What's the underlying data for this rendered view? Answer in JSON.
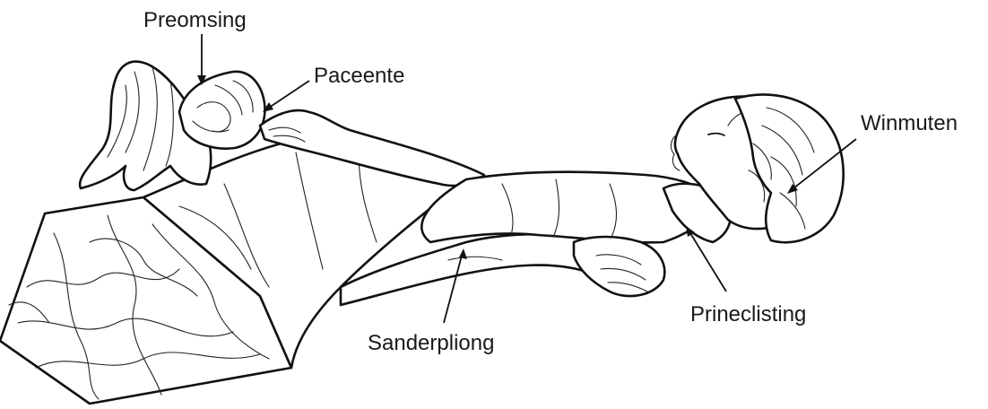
{
  "labels": {
    "preomsing": "Preomsing",
    "paceente": "Paceente",
    "winmuten": "Winmuten",
    "prineclisting": "Prineclisting",
    "sanderpliong": "Sanderpliong"
  }
}
